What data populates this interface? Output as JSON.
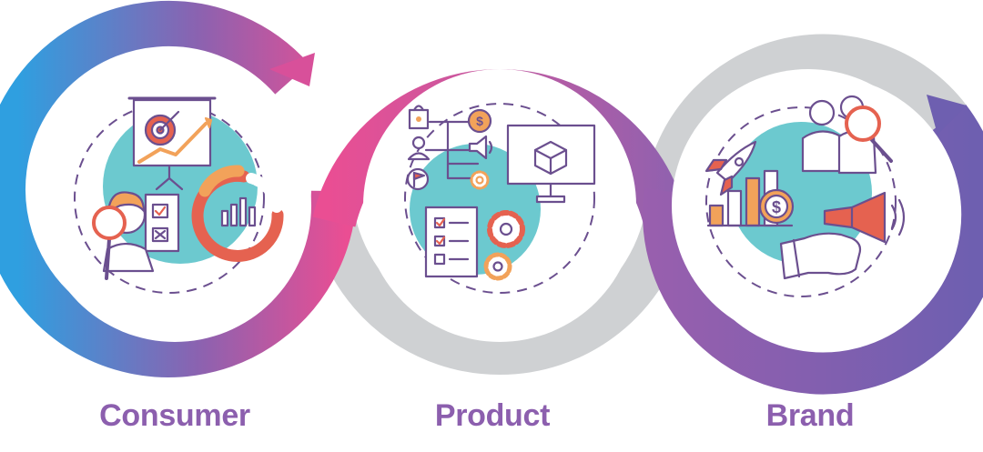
{
  "colors": {
    "blue": "#2f9fe0",
    "purple": "#8b62b0",
    "pink": "#ea4e93",
    "violet": "#6e5fb0",
    "gray": "#cfd1d3",
    "teal": "#6cc9cf",
    "orange": "#f2a25a",
    "red": "#e56250",
    "outline": "#6b4f8f",
    "label": "#8c5fae"
  },
  "labels": {
    "consumer": "Consumer",
    "product": "Product",
    "brand": "Brand"
  },
  "icons": {
    "consumer": [
      "presentation-board-icon",
      "target-icon",
      "growth-arrow-icon",
      "person-icon",
      "magnifier-icon",
      "survey-form-icon",
      "donut-chart-icon"
    ],
    "product": [
      "shopping-bag-icon",
      "dollar-coin-icon",
      "user-icon",
      "megaphone-icon",
      "flag-icon",
      "gear-icon",
      "monitor-cube-icon",
      "checklist-icon"
    ],
    "brand": [
      "rocket-icon",
      "bar-chart-icon",
      "dollar-coin-icon",
      "team-icon",
      "magnifier-icon",
      "loudspeaker-icon",
      "hand-icon"
    ]
  }
}
